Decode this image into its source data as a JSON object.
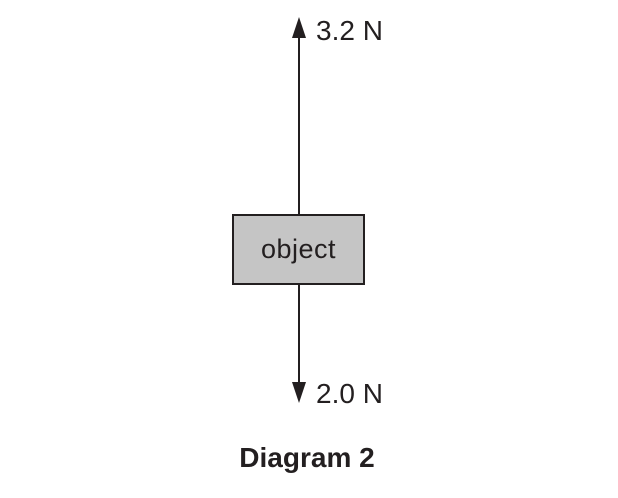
{
  "diagram": {
    "caption": "Diagram 2",
    "object": {
      "label": "object"
    },
    "forces": [
      {
        "name": "upward-force",
        "label": "3.2 N",
        "magnitude_n": 3.2,
        "direction": "up"
      },
      {
        "name": "downward-force",
        "label": "2.0 N",
        "magnitude_n": 2.0,
        "direction": "down"
      }
    ],
    "colors": {
      "box_fill": "#c5c5c5",
      "line": "#231f20",
      "background": "#ffffff"
    }
  }
}
